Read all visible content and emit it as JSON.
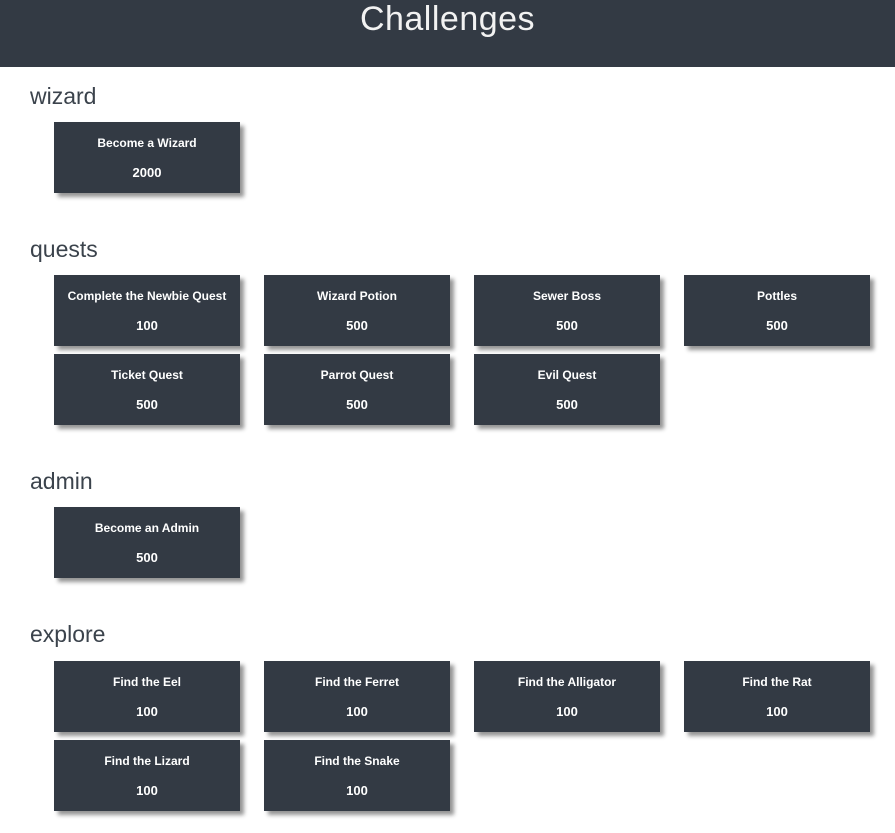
{
  "header": {
    "title": "Challenges"
  },
  "colors": {
    "header_bg": "#333a44",
    "card_bg": "#333a44",
    "card_text": "#ffffff",
    "section_heading_text": "#3b434c",
    "page_bg": "#ffffff",
    "card_shadow": "#9a9a9a"
  },
  "sections": [
    {
      "name": "wizard",
      "challenges": [
        {
          "title": "Become a Wizard",
          "value": "2000"
        }
      ]
    },
    {
      "name": "quests",
      "challenges": [
        {
          "title": "Complete the Newbie Quest",
          "value": "100"
        },
        {
          "title": "Wizard Potion",
          "value": "500"
        },
        {
          "title": "Sewer Boss",
          "value": "500"
        },
        {
          "title": "Pottles",
          "value": "500"
        },
        {
          "title": "Ticket Quest",
          "value": "500"
        },
        {
          "title": "Parrot Quest",
          "value": "500"
        },
        {
          "title": "Evil Quest",
          "value": "500"
        }
      ]
    },
    {
      "name": "admin",
      "challenges": [
        {
          "title": "Become an Admin",
          "value": "500"
        }
      ]
    },
    {
      "name": "explore",
      "challenges": [
        {
          "title": "Find the Eel",
          "value": "100"
        },
        {
          "title": "Find the Ferret",
          "value": "100"
        },
        {
          "title": "Find the Alligator",
          "value": "100"
        },
        {
          "title": "Find the Rat",
          "value": "100"
        },
        {
          "title": "Find the Lizard",
          "value": "100"
        },
        {
          "title": "Find the Snake",
          "value": "100"
        }
      ]
    }
  ]
}
